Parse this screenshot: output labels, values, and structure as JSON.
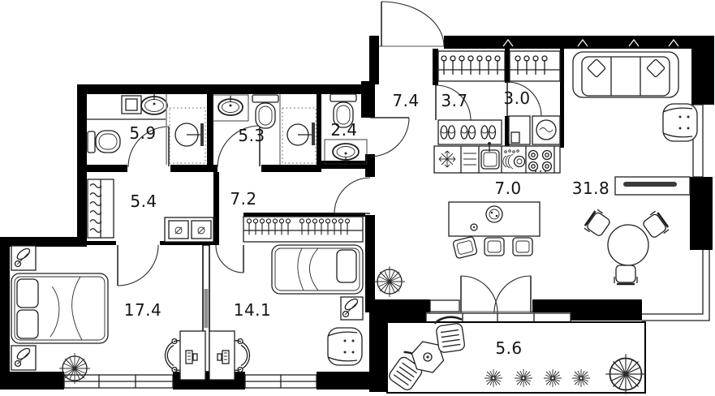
{
  "plan": {
    "title": "Apartment floor plan",
    "area_unit": "m2",
    "rooms": [
      {
        "name": "bathroom-1",
        "area": "5.9",
        "fixtures": [
          "toilet",
          "sink",
          "cabinet",
          "shower"
        ]
      },
      {
        "name": "bathroom-2",
        "area": "5.3",
        "fixtures": [
          "sink",
          "toilet",
          "shower"
        ]
      },
      {
        "name": "wc",
        "area": "2.4",
        "fixtures": [
          "toilet",
          "sink"
        ]
      },
      {
        "name": "entrance-hall",
        "area": "7.4",
        "fixtures": [
          "entry-door"
        ]
      },
      {
        "name": "closet-1",
        "area": "3.7",
        "fixtures": [
          "wardrobe-hangers",
          "shoe-rack"
        ]
      },
      {
        "name": "closet-2",
        "area": "3.0",
        "fixtures": [
          "wardrobe-hangers",
          "washing-machine"
        ]
      },
      {
        "name": "hallway-1",
        "area": "5.4",
        "fixtures": [
          "coat-rack",
          "cabinet"
        ]
      },
      {
        "name": "hallway-2",
        "area": "7.2",
        "fixtures": []
      },
      {
        "name": "kitchen",
        "area": "7.0",
        "fixtures": [
          "fridge",
          "counter",
          "sink",
          "dish-rack",
          "stove",
          "dining-table",
          "chairs"
        ]
      },
      {
        "name": "living-room",
        "area": "31.8",
        "fixtures": [
          "sofa",
          "pillows",
          "armchair",
          "tv-console",
          "round-table",
          "chairs",
          "plant"
        ]
      },
      {
        "name": "bedroom-1",
        "area": "17.4",
        "fixtures": [
          "double-bed",
          "nightstand",
          "nightstand",
          "plant",
          "desk",
          "office-chair"
        ]
      },
      {
        "name": "bedroom-2",
        "area": "14.1",
        "fixtures": [
          "wardrobe-hangers",
          "single-bed",
          "nightstand",
          "armchair",
          "desk",
          "office-chair"
        ]
      },
      {
        "name": "balcony",
        "area": "5.6",
        "fixtures": [
          "chair",
          "side-table",
          "chair",
          "flowers",
          "plant"
        ]
      }
    ],
    "colors": {
      "wall": "#000000",
      "line": "#1f1f1f",
      "accent_gray": "#8b8b8b",
      "background": "#ffffff"
    }
  }
}
